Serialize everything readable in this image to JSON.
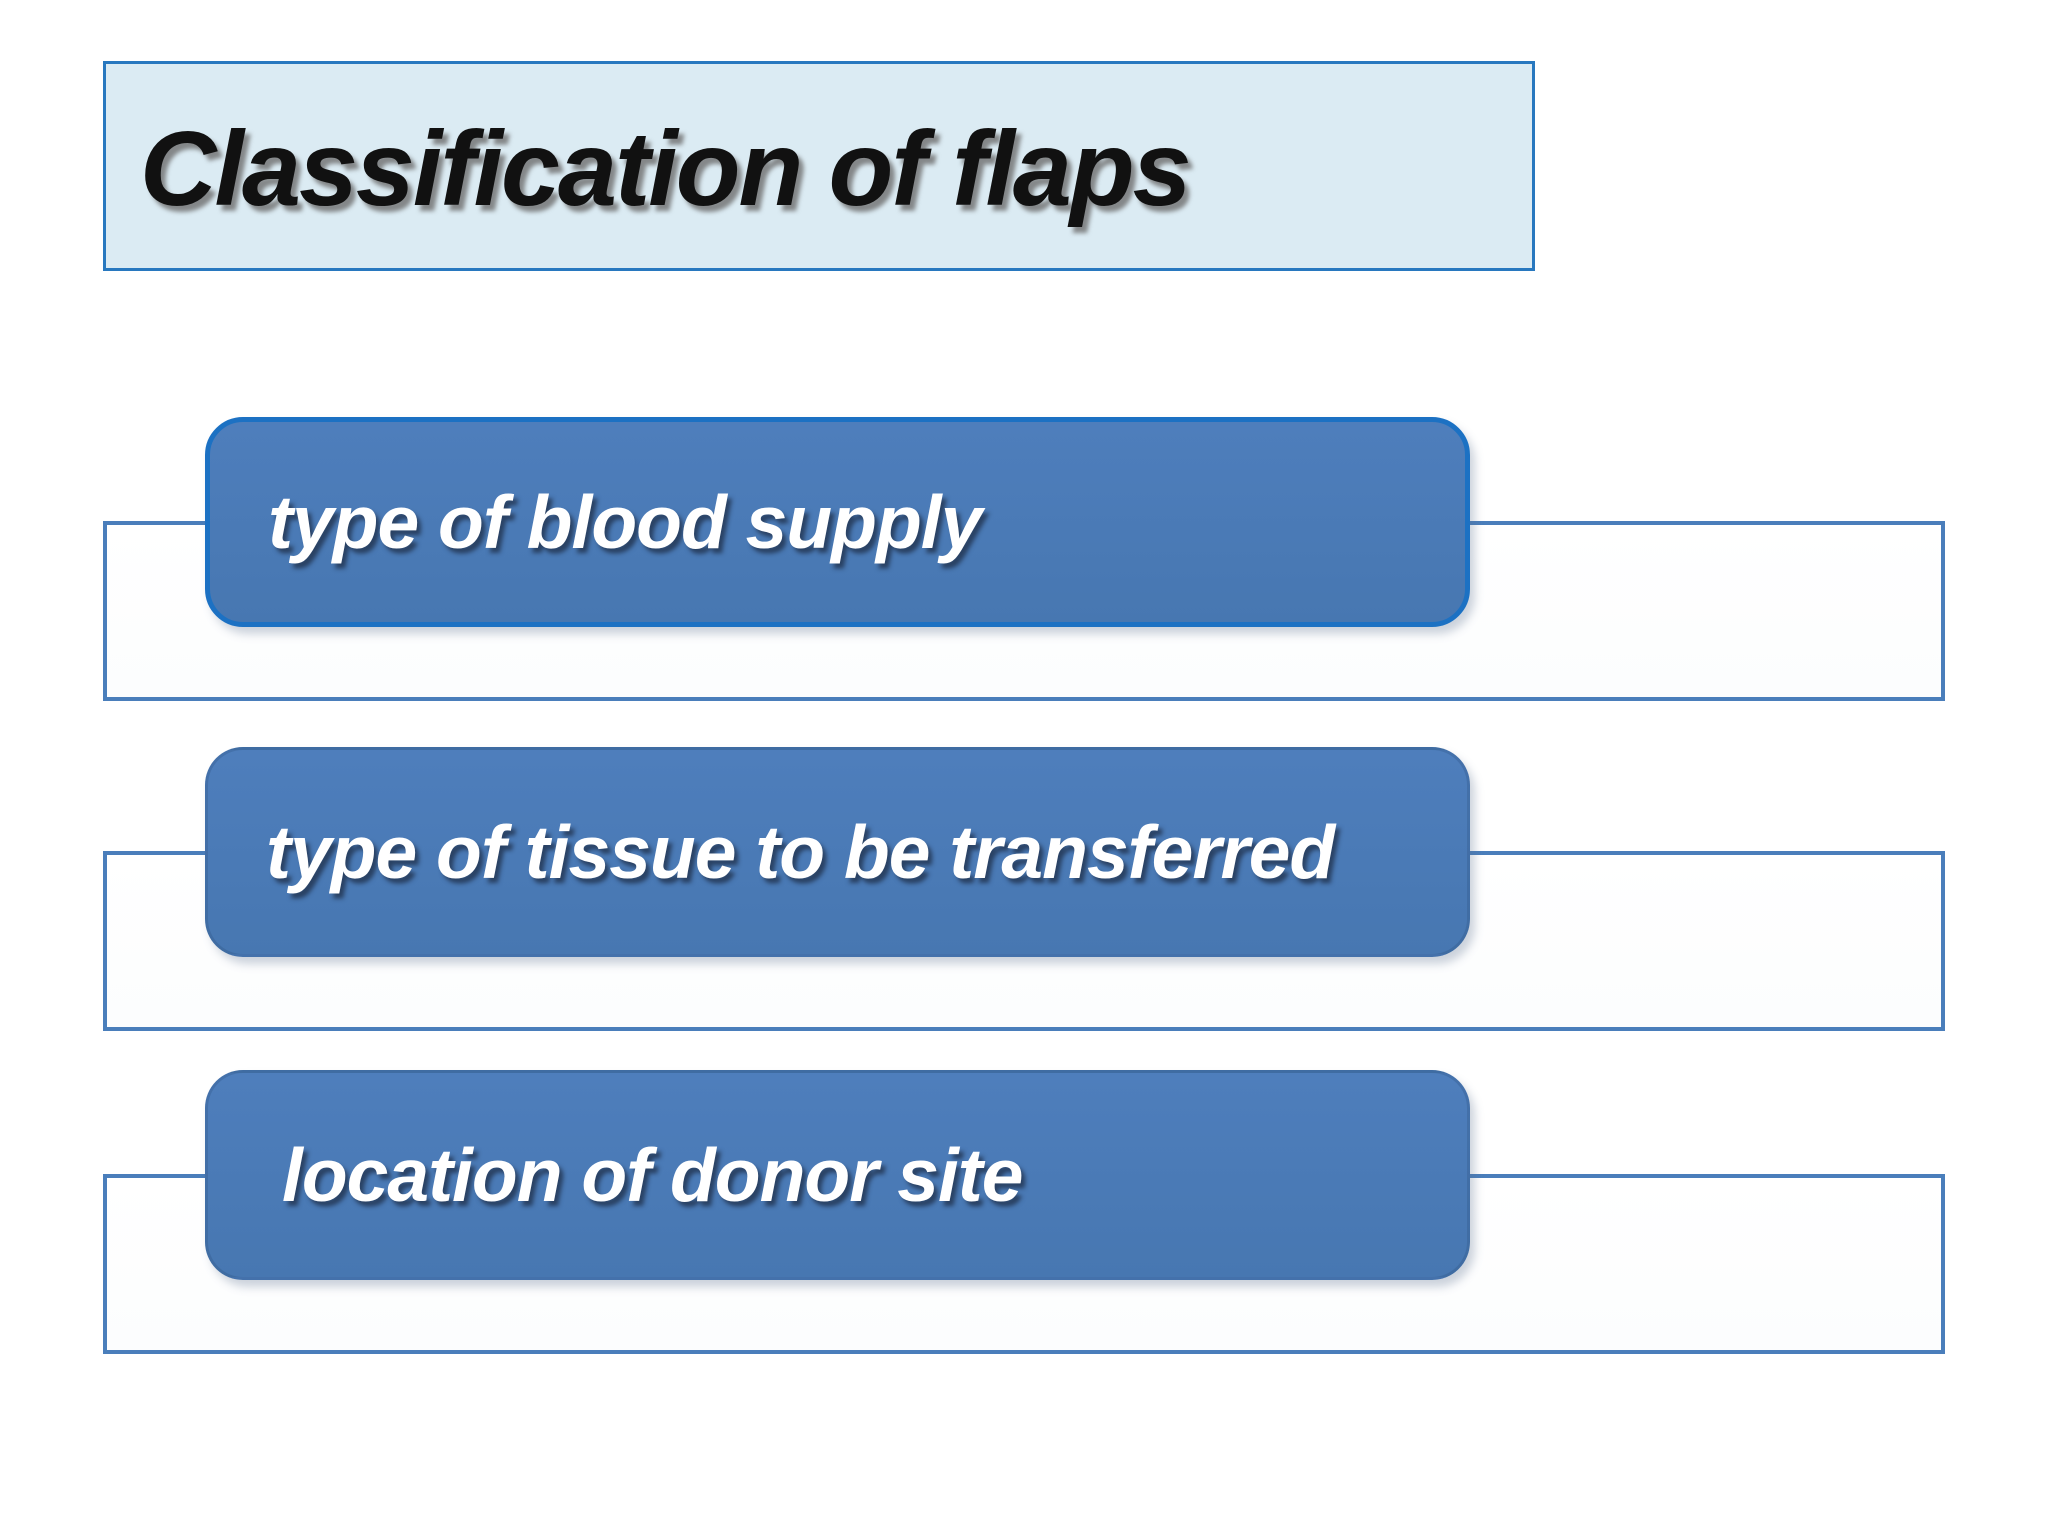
{
  "slide": {
    "title": "Classification of flaps",
    "items": [
      {
        "label": "type of blood supply"
      },
      {
        "label": "type of tissue to be transferred"
      },
      {
        "label": "location of donor site"
      }
    ]
  },
  "colors": {
    "page_bg": "#ffffff",
    "title_fill": "#dbebf3",
    "title_border": "#2878bf",
    "title_text": "#111111",
    "accent_fill": "#4e7ebc",
    "accent_fill_dark": "#4777b1",
    "primary_item_border": "#1c71c3",
    "outline_border": "#4a7ebb",
    "item_text": "#ffffff"
  }
}
